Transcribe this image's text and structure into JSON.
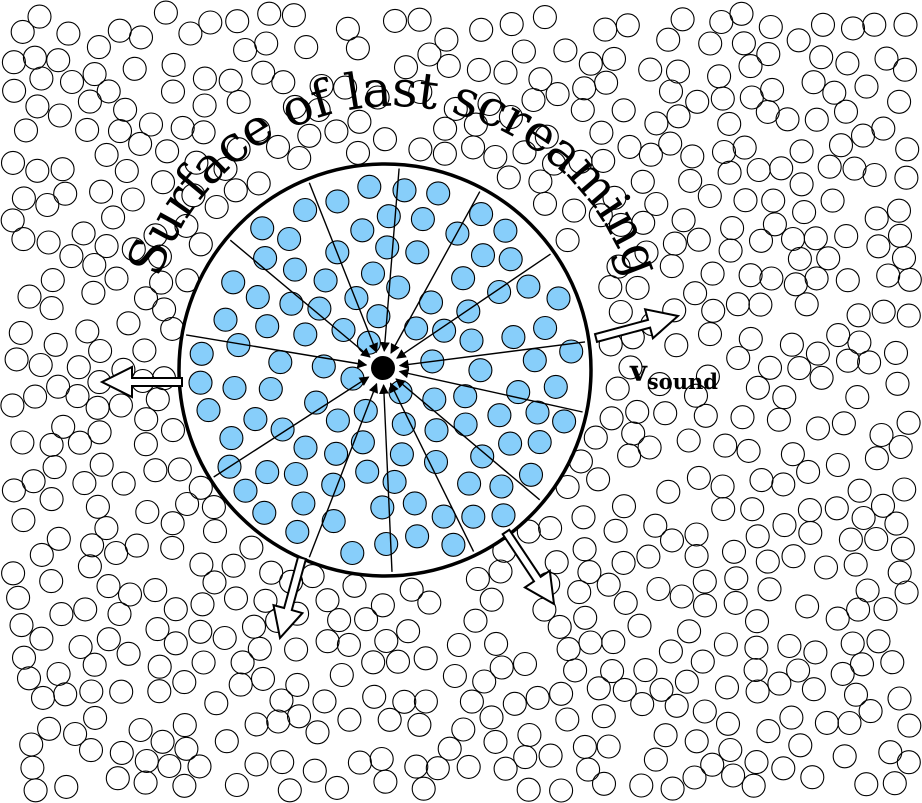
{
  "labels": {
    "surface": "Surface of last screaming",
    "velocity_symbol": "v",
    "velocity_subscript": "sound"
  },
  "colors": {
    "interior_particle_fill": "#87cefa",
    "outline": "#000000",
    "background": "#ffffff"
  },
  "particles": {
    "exterior_style": "hollow circles",
    "interior_style": "light blue filled circles"
  },
  "rays": {
    "count": 13,
    "direction": "inward to central observer"
  },
  "expansion_arrows": {
    "count": 4,
    "style": "hollow outward arrows",
    "directions": [
      "left",
      "lower-left",
      "lower-right",
      "upper-right"
    ]
  }
}
